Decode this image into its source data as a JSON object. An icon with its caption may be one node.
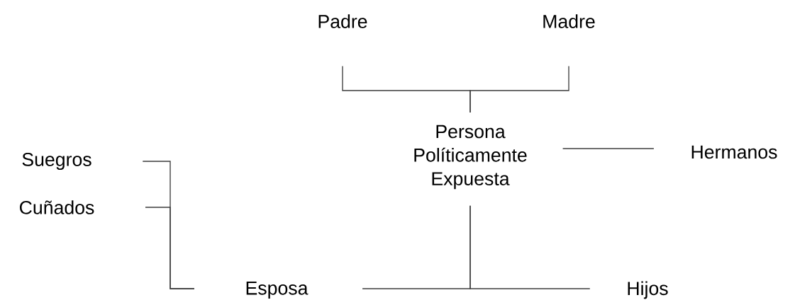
{
  "diagram": {
    "nodes": [
      {
        "text": [
          "Padre"
        ]
      },
      {
        "text": [
          "Madre"
        ]
      },
      {
        "text": [
          "Persona Políticamente Expuesta"
        ]
      },
      {
        "text": [
          "Hermanos"
        ]
      },
      {
        "text": [
          "Suegros"
        ]
      },
      {
        "text": [
          "Cuñados"
        ]
      },
      {
        "text": [
          "Esposa"
        ]
      },
      {
        "text": [
          "Hijos"
        ]
      }
    ],
    "edges": [
      {
        "from": 0,
        "to": 2,
        "arrow": "none"
      },
      {
        "from": 1,
        "to": 2,
        "arrow": "none"
      },
      {
        "from": 2,
        "to": 3,
        "arrow": "none"
      },
      {
        "from": 2,
        "to": 6,
        "arrow": "none"
      },
      {
        "from": 2,
        "to": 7,
        "arrow": "none"
      },
      {
        "from": 4,
        "to": 6,
        "arrow": "none"
      },
      {
        "from": 5,
        "to": 6,
        "arrow": "none"
      }
    ]
  }
}
